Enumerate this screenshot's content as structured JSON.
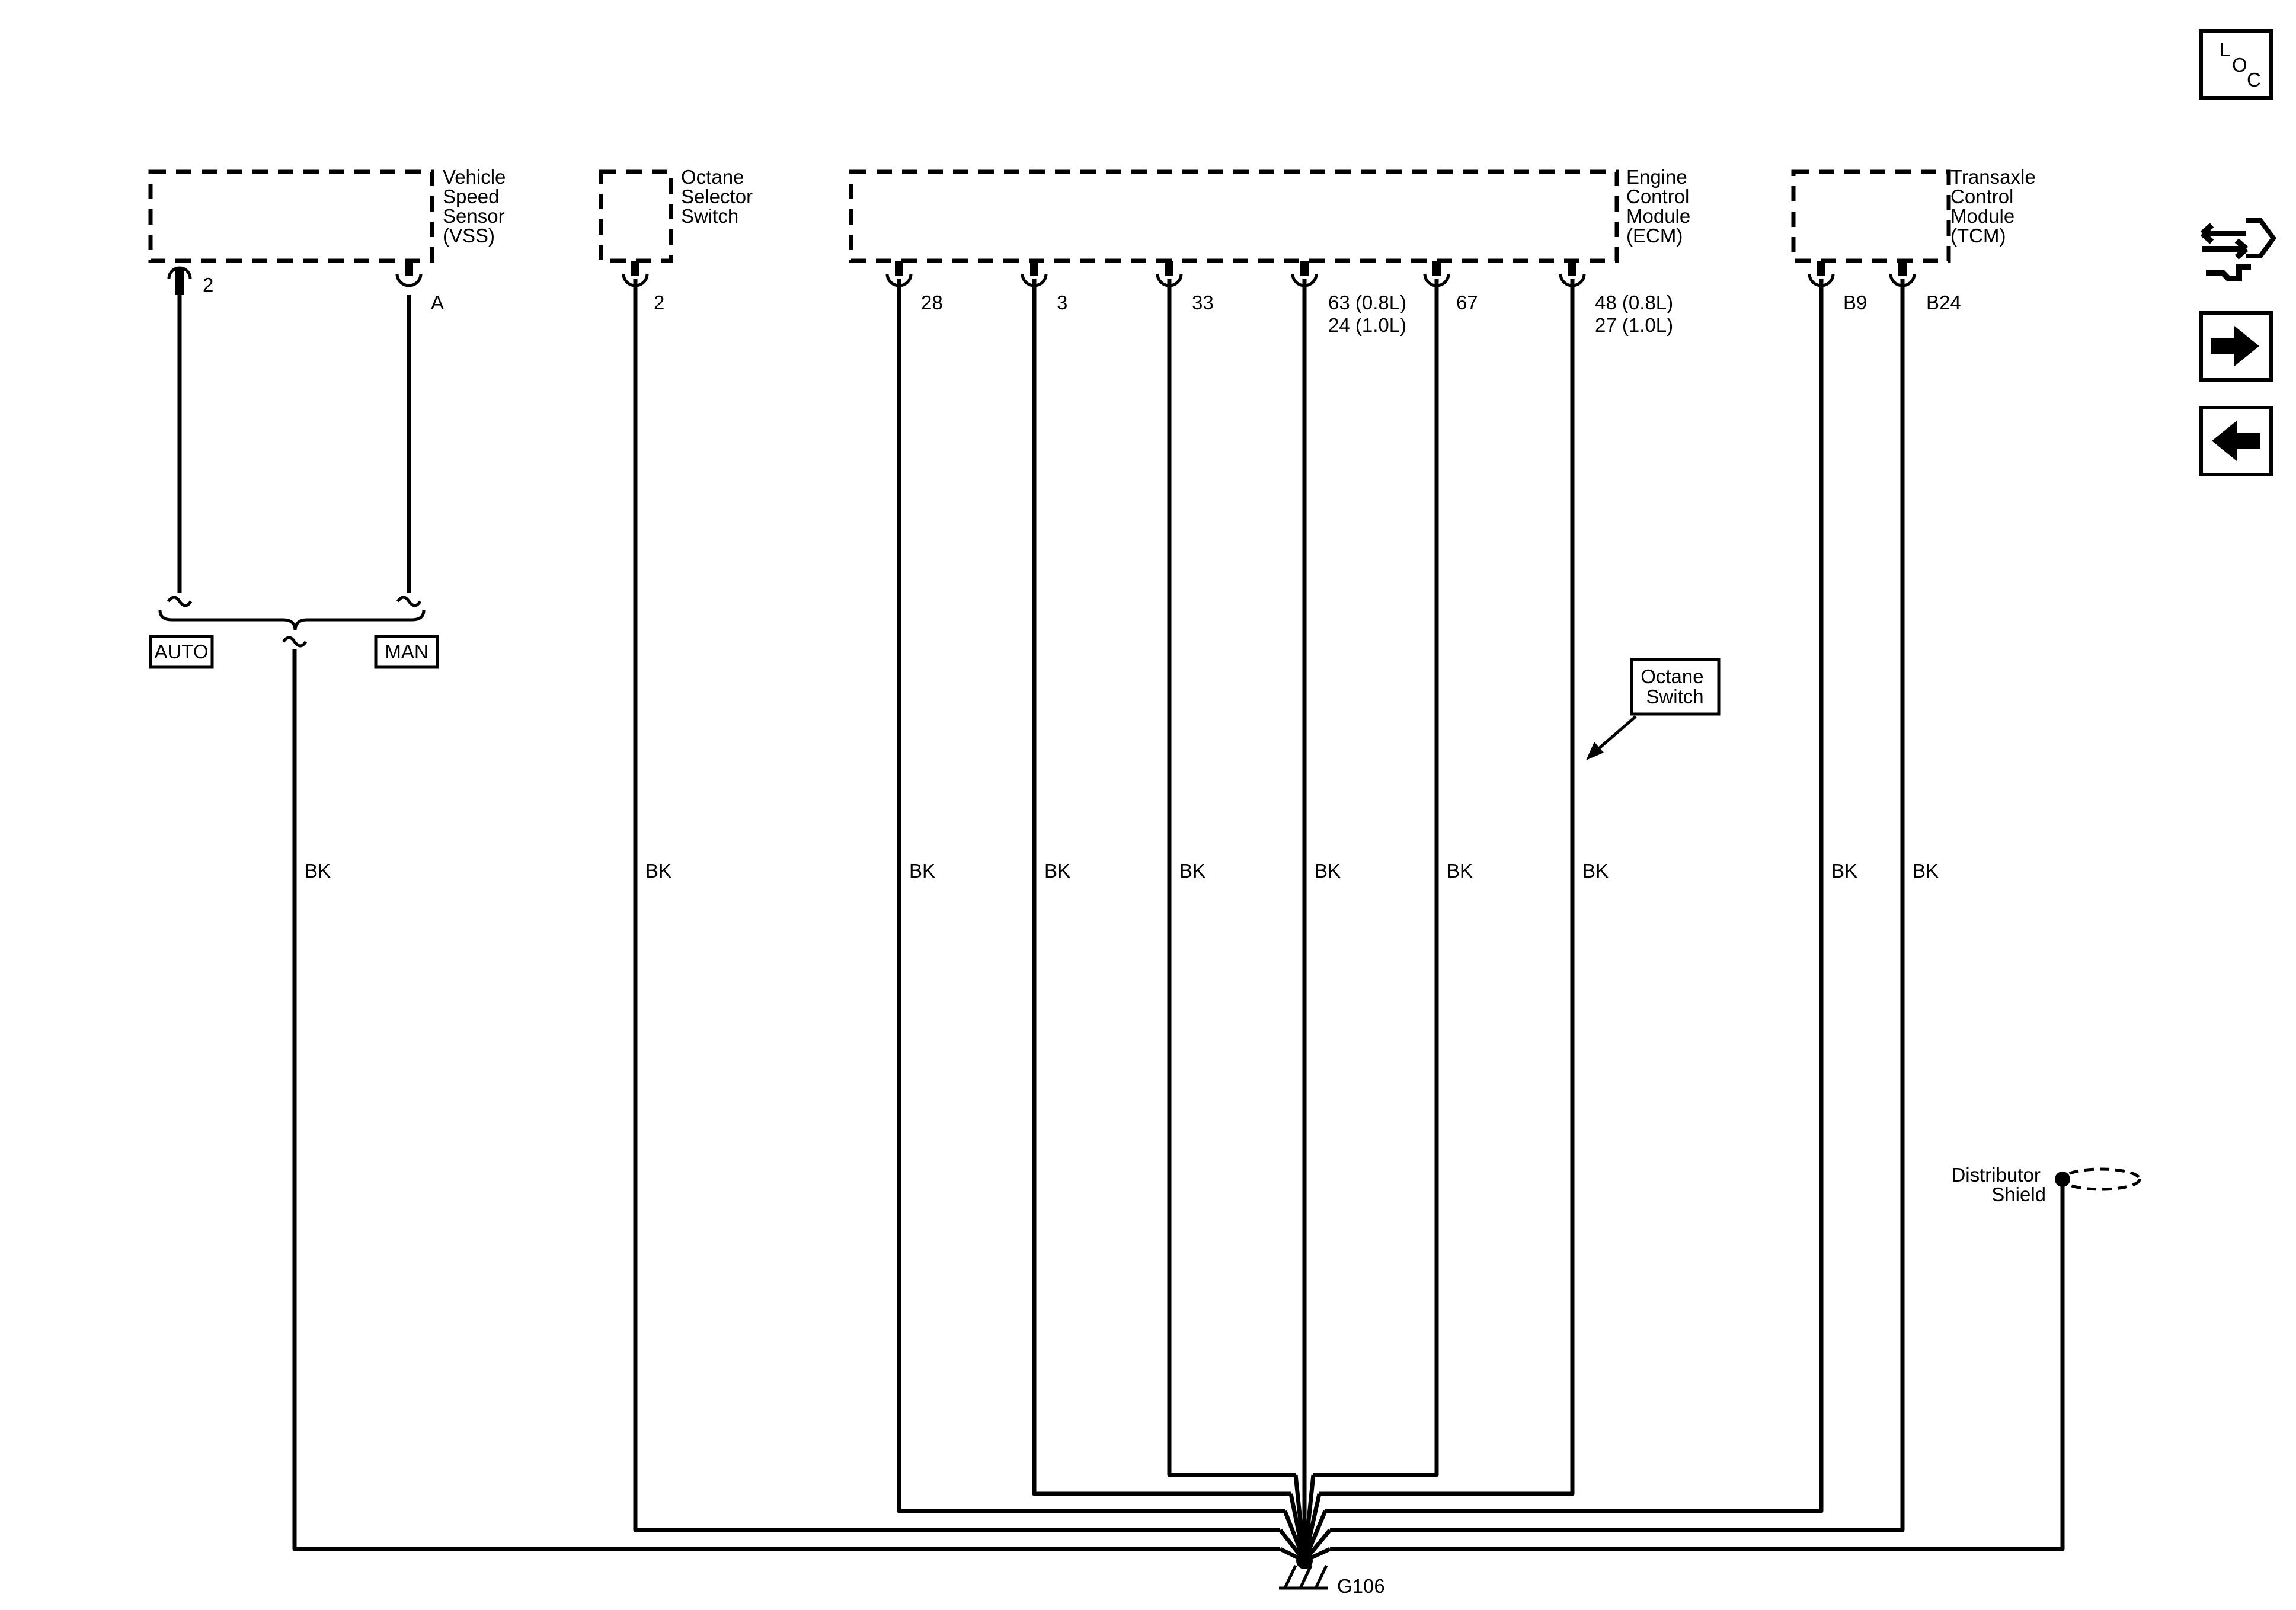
{
  "components": {
    "vss": {
      "name_lines": [
        "Vehicle",
        "Speed",
        "Sensor",
        "(VSS)"
      ],
      "pins": [
        "2",
        "A"
      ]
    },
    "oss": {
      "name_lines": [
        "Octane",
        "Selector",
        "Switch"
      ],
      "pins": [
        "2"
      ]
    },
    "ecm": {
      "name_lines": [
        "Engine",
        "Control",
        "Module",
        "(ECM)"
      ],
      "pins": [
        "28",
        "3",
        "33",
        "63 (0.8L)",
        "24 (1.0L)",
        "67",
        "48 (0.8L)",
        "27 (1.0L)"
      ]
    },
    "tcm": {
      "name_lines": [
        "Transaxle",
        "Control",
        "Module",
        "(TCM)"
      ],
      "pins": [
        "B9",
        "B24"
      ]
    }
  },
  "options": {
    "auto": "AUTO",
    "man": "MAN"
  },
  "callout": {
    "lines": [
      "Octane",
      "Switch"
    ]
  },
  "wire_color": "BK",
  "shield": {
    "lines": [
      "Distributor",
      "Shield"
    ]
  },
  "ground": {
    "label": "G106"
  },
  "nav": {
    "loc": [
      "L",
      "O",
      "C"
    ],
    "icons": [
      "connector-icon",
      "next-arrow-icon",
      "previous-arrow-icon"
    ]
  }
}
